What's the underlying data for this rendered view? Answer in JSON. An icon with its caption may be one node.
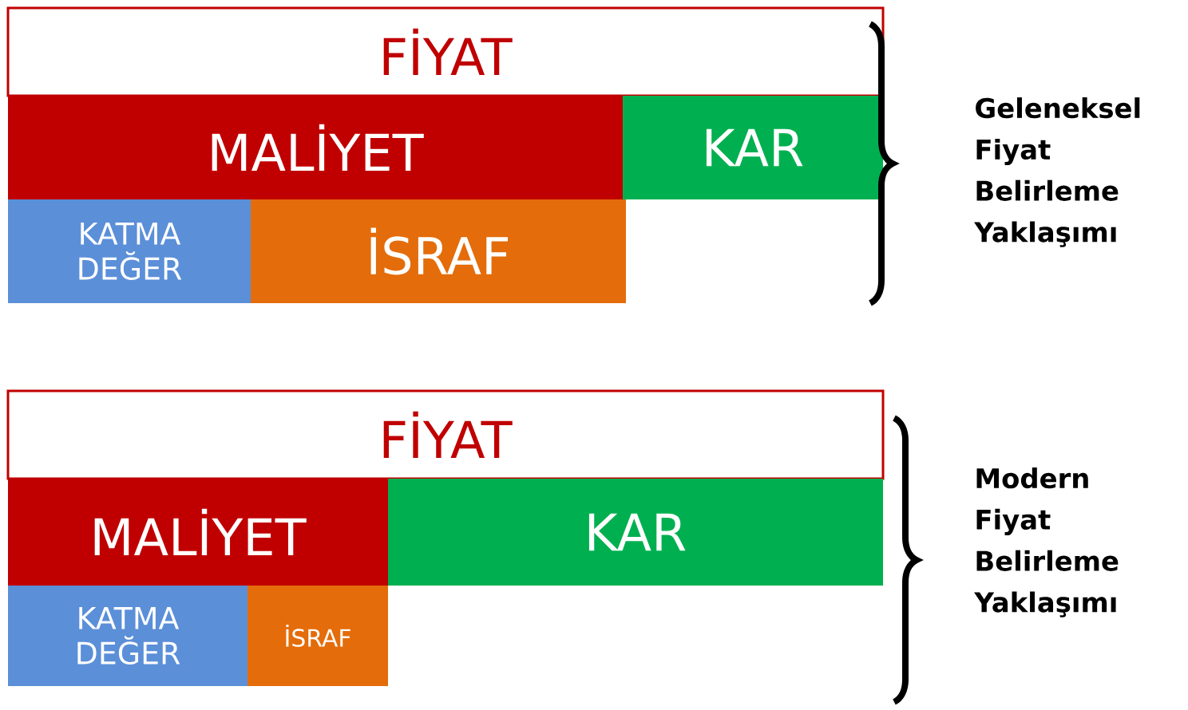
{
  "diagram": {
    "nodes": [
      {
        "text": [
          "FİYAT"
        ]
      },
      {
        "text": [
          "MALİYET"
        ]
      },
      {
        "text": [
          "KAR"
        ]
      },
      {
        "text": [
          "KATMA DEĞER"
        ]
      },
      {
        "text": [
          "İSRAF"
        ]
      },
      {
        "text": [
          "FİYAT"
        ]
      },
      {
        "text": [
          "MALİYET"
        ]
      },
      {
        "text": [
          "KAR"
        ]
      },
      {
        "text": [
          "KATMA DEĞER"
        ]
      },
      {
        "text": [
          "İSRAF"
        ]
      }
    ],
    "labels": [
      "Geleneksel Fiyat Belirleme Yaklaşımı",
      "Modern Fiyat Belirleme Yaklaşımı"
    ]
  }
}
